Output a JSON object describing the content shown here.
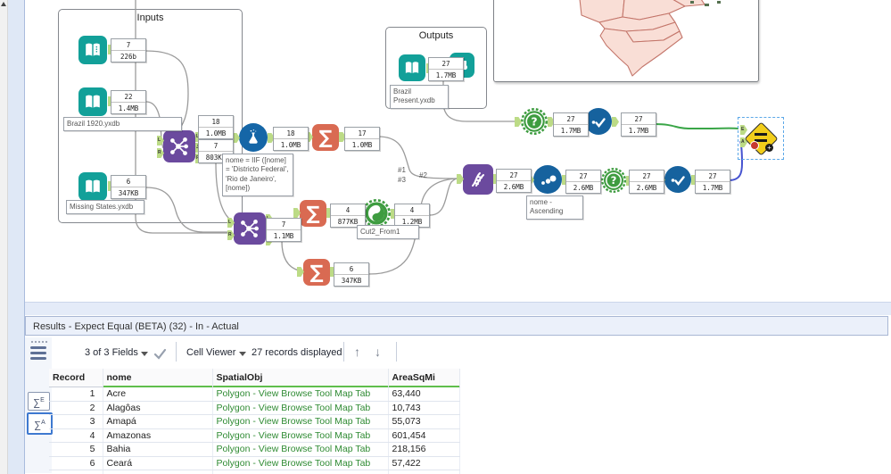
{
  "workflow": {
    "containers": {
      "inputs": "Inputs",
      "outputs": "Outputs"
    },
    "counts": {
      "in1": {
        "records": "7",
        "size": "226b"
      },
      "in2": {
        "records": "22",
        "size": "1.4MB"
      },
      "in3": {
        "records": "6",
        "size": "347KB"
      },
      "join1_top": {
        "records": "18",
        "size": "1.0MB"
      },
      "join1_bottom": {
        "records": "7",
        "size": "803KB"
      },
      "formula_out": {
        "records": "18",
        "size": "1.0MB"
      },
      "summarize1_out": {
        "records": "17",
        "size": "1.0MB"
      },
      "join2_out": {
        "records": "7",
        "size": "1.1MB"
      },
      "summarize2_out": {
        "records": "4",
        "size": "877KB"
      },
      "cut2_out": {
        "records": "4",
        "size": "1.2MB"
      },
      "summarize3_out": {
        "records": "6",
        "size": "347KB"
      },
      "union_out": {
        "records": "27",
        "size": "2.6MB"
      },
      "sort_out": {
        "records": "27",
        "size": "2.6MB"
      },
      "question2_out": {
        "records": "27",
        "size": "2.6MB"
      },
      "check2_out": {
        "records": "27",
        "size": "1.7MB"
      },
      "question1_out": {
        "records": "27",
        "size": "1.7MB"
      },
      "check1_out": {
        "records": "27",
        "size": "1.7MB"
      },
      "output_in": {
        "records": "27",
        "size": "1.7MB"
      }
    },
    "annotations": {
      "input2": "Brazil 1920.yxdb",
      "input3": "Missing States.yxdb",
      "formula": "nome = IIF ([nome] = 'Districto Federal', 'Rio de Janeiro', [nome])",
      "cut2": "Cut2_From1",
      "sort": "nome - Ascending",
      "output": "Brazil Present.yxdb"
    },
    "junctions": [
      "#1",
      "#3",
      "#2"
    ],
    "anchor_labels": {
      "join_in": [
        "L",
        "R"
      ],
      "join_out": [
        "L",
        "J",
        "R"
      ],
      "expect": [
        "E",
        "A"
      ],
      "plus": "+"
    },
    "tool_glyphs": {
      "question": "?",
      "sigma": "∑"
    }
  },
  "results": {
    "title": "Results - Expect Equal (BETA) (32) - In - Actual",
    "side_buttons": {
      "sigma": "∑",
      "expected_suffix": "E",
      "actual_suffix": "A"
    },
    "toolbar": {
      "fields": "3 of 3 Fields",
      "cell_viewer": "Cell Viewer",
      "records_displayed": "27 records displayed",
      "icons": {
        "up": "↑",
        "down": "↓"
      }
    },
    "table": {
      "columns": [
        "Record",
        "nome",
        "SpatialObj",
        "AreaSqMi"
      ],
      "rows": [
        [
          "1",
          "Acre",
          "Polygon - View Browse Tool Map Tab",
          "63,440"
        ],
        [
          "2",
          "Alagôas",
          "Polygon - View Browse Tool Map Tab",
          "10,743"
        ],
        [
          "3",
          "Amapá",
          "Polygon - View Browse Tool Map Tab",
          "55,073"
        ],
        [
          "4",
          "Amazonas",
          "Polygon - View Browse Tool Map Tab",
          "601,454"
        ],
        [
          "5",
          "Bahia",
          "Polygon - View Browse Tool Map Tab",
          "218,156"
        ],
        [
          "6",
          "Ceará",
          "Polygon - View Browse Tool Map Tab",
          "57,422"
        ]
      ]
    }
  },
  "colors": {
    "tool_teal": "#12A099",
    "tool_purple": "#6B4A9E",
    "tool_orange": "#D96A52",
    "tool_blue": "#16629E",
    "macro_green": "#3E9C40",
    "expect_yellow": "#F2CE1B",
    "wire_gray": "#9B9B9B",
    "wire_green": "#3AA648",
    "wire_blue": "#4653D0",
    "spatial_text_green": "#2F8B33",
    "map_fill": "#F9DED6",
    "map_stroke": "#C3756A"
  }
}
